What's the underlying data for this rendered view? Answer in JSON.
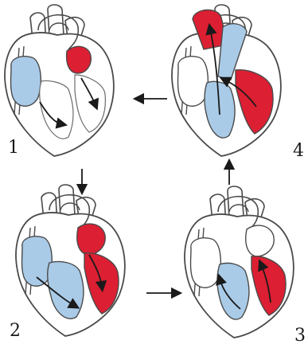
{
  "colors": {
    "oxygenated": "#dc1f32",
    "deoxygenated": "#a9cbe8",
    "outline": "#4a4a4a",
    "wall": "#ffffff",
    "arrow": "#1a1a1a"
  },
  "stages": [
    {
      "label": "1",
      "atria": "red-left-blue-right",
      "ventricles": "empty"
    },
    {
      "label": "2",
      "atria": "filled",
      "ventricles": "filled"
    },
    {
      "label": "3",
      "atria": "empty",
      "ventricles": "filled"
    },
    {
      "label": "4",
      "atria": "empty",
      "ventricles": "ejecting"
    }
  ],
  "cycle_order": [
    "1",
    "2",
    "3",
    "4"
  ]
}
